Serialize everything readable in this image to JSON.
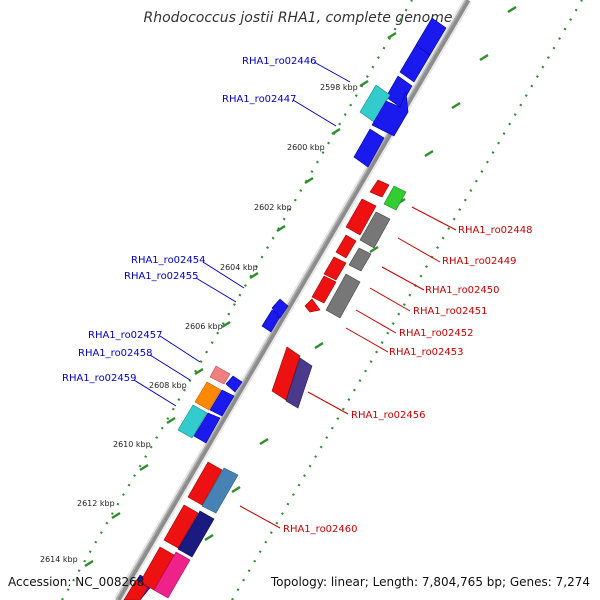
{
  "title": "Rhodococcus jostii RHA1, complete genome",
  "accession": "Accession: NC_008268",
  "summary": "Topology: linear; Length: 7,804,765 bp; Genes: 7,274",
  "colors": {
    "backbone": "#8c8c8c",
    "tick_mark": "#2f8f2f",
    "forward_label": "#0000cc",
    "reverse_label": "#cc0000"
  },
  "ticks": [
    "2598 kbp",
    "2600 kbp",
    "2602 kbp",
    "2604 kbp",
    "2606 kbp",
    "2608 kbp",
    "2610 kbp",
    "2612 kbp",
    "2614 kbp"
  ],
  "forward_labels": [
    "RHA1_ro02446",
    "RHA1_ro02447",
    "RHA1_ro02454",
    "RHA1_ro02455",
    "RHA1_ro02457",
    "RHA1_ro02458",
    "RHA1_ro02459"
  ],
  "reverse_labels": [
    "RHA1_ro02448",
    "RHA1_ro02449",
    "RHA1_ro02450",
    "RHA1_ro02451",
    "RHA1_ro02452",
    "RHA1_ro02453",
    "RHA1_ro02456",
    "RHA1_ro02460"
  ]
}
